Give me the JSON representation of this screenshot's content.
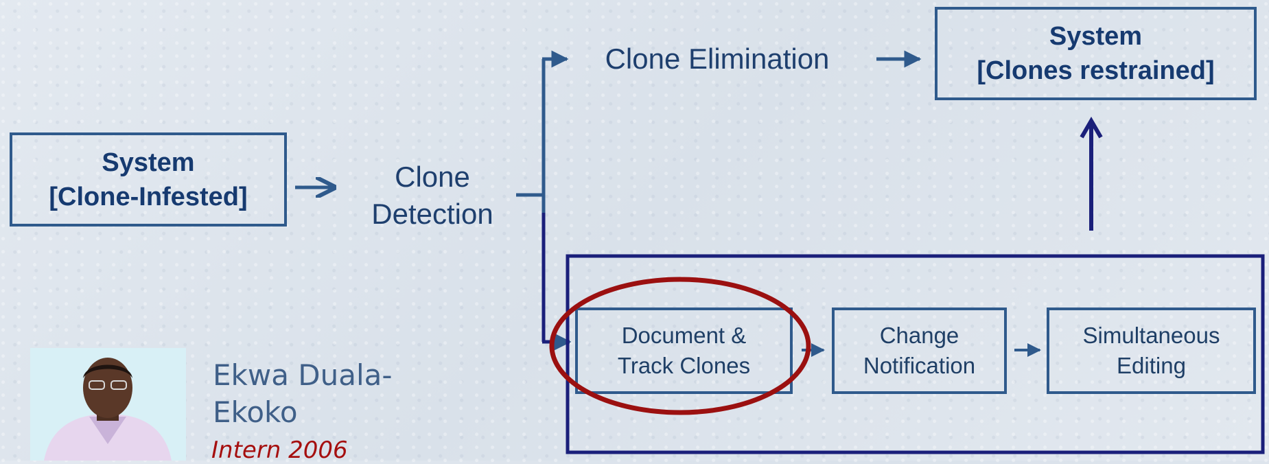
{
  "nodes": {
    "infested": {
      "line1": "System",
      "line2": "[Clone-Infested]"
    },
    "detection": {
      "line1": "Clone",
      "line2": "Detection"
    },
    "elimination": {
      "label": "Clone Elimination"
    },
    "restrained": {
      "line1": "System",
      "line2": "[Clones restrained]"
    },
    "document": {
      "line1": "Document &",
      "line2": "Track Clones"
    },
    "notification": {
      "line1": "Change",
      "line2": "Notification"
    },
    "editing": {
      "line1": "Simultaneous",
      "line2": "Editing"
    }
  },
  "person": {
    "name_line1": "Ekwa Duala-",
    "name_line2": "Ekoko",
    "role": "Intern 2006"
  },
  "colors": {
    "box_border": "#2f5a8c",
    "group_border": "#1a1f7a",
    "highlight_ellipse": "#9b1010",
    "role_text": "#a50f0f"
  }
}
